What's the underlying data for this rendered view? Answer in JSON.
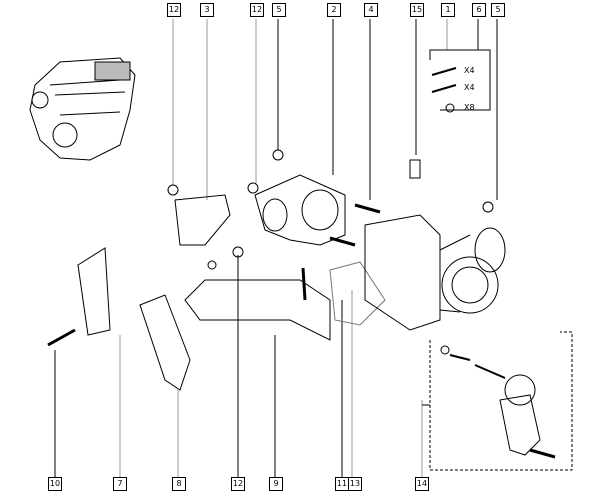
{
  "top_callouts": [
    "12",
    "3",
    "12",
    "5",
    "2",
    "4",
    "15",
    "1",
    "6",
    "5"
  ],
  "bottom_callouts": [
    "10",
    "7",
    "8",
    "12",
    "9",
    "11",
    "13",
    "14"
  ],
  "kit_quantities": [
    "X4",
    "X4",
    "X8"
  ]
}
